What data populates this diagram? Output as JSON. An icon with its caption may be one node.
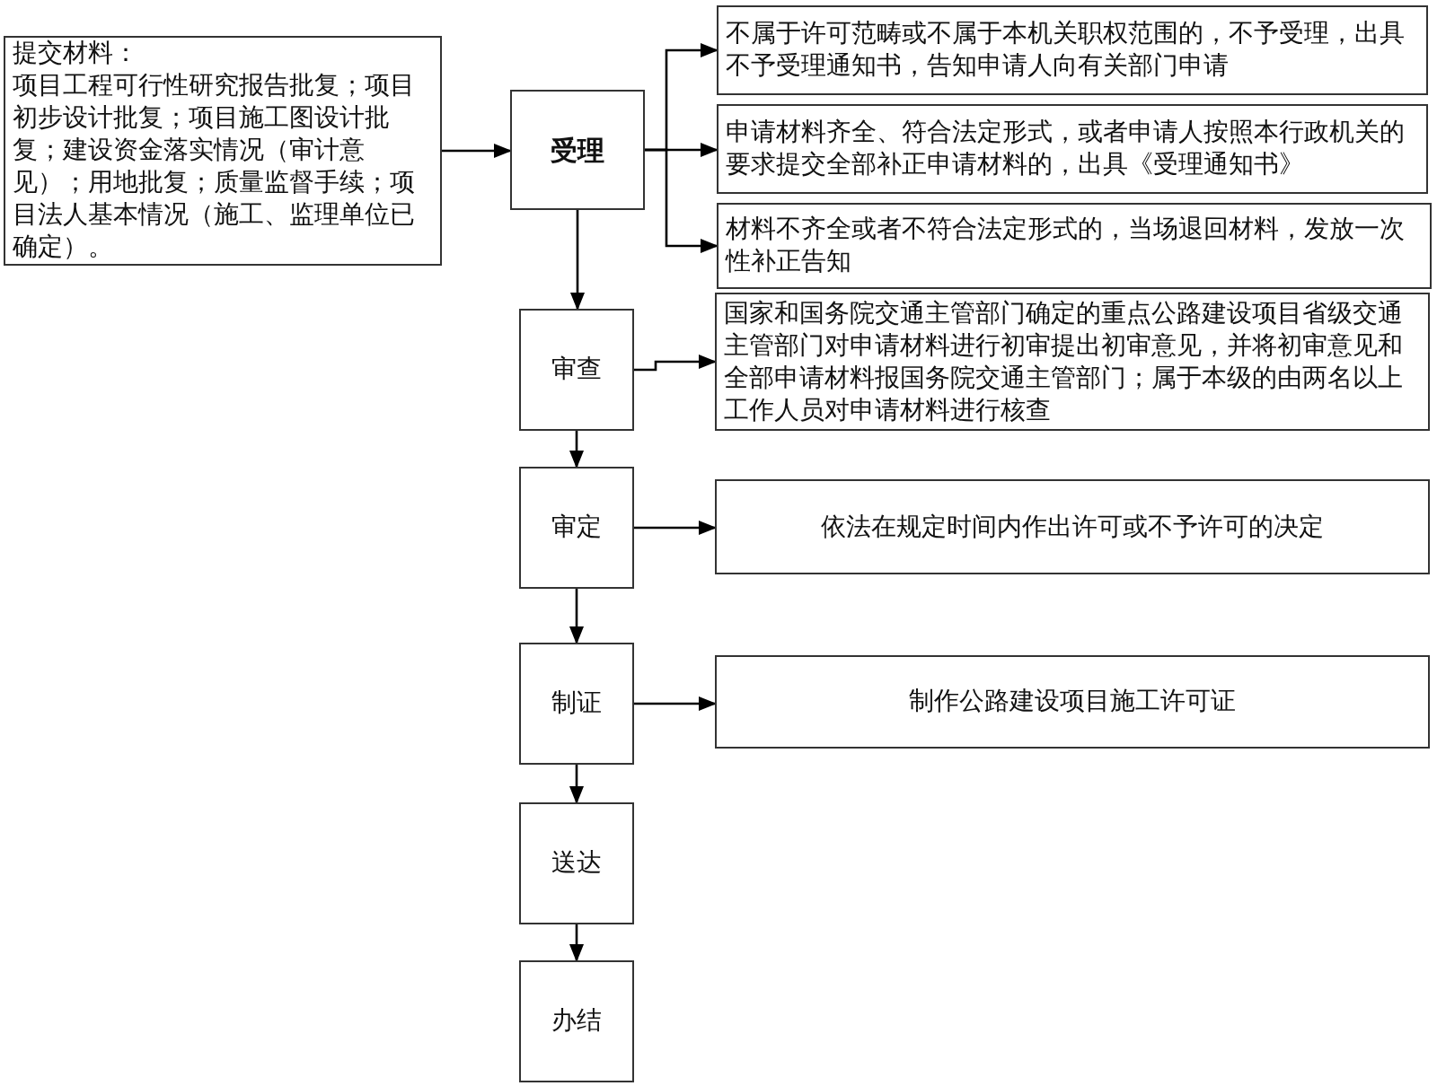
{
  "diagram": {
    "nodes": [
      {
        "text": [
          "提交材料：",
          "项目工程可行性研究报告批复；项目初步设计批复；项目施工图设计批复；建设资金落实情况（审计意见）；用地批复；质量监督手续；项目法人基本情况（施工、监理单位已确定）。"
        ]
      },
      {
        "text": [
          "受理"
        ]
      },
      {
        "text": [
          "不属于许可范畴或不属于本机关职权范围的，不予受理，出具不予受理通知书，告知申请人向有关部门申请"
        ]
      },
      {
        "text": [
          "申请材料齐全、符合法定形式，或者申请人按照本行政机关的要求提交全部补正申请材料的，出具《受理通知书》"
        ]
      },
      {
        "text": [
          "材料不齐全或者不符合法定形式的，当场退回材料，发放一次性补正告知"
        ]
      },
      {
        "text": [
          "审查"
        ]
      },
      {
        "text": [
          "国家和国务院交通主管部门确定的重点公路建设项目省级交通主管部门对申请材料进行初审提出初审意见，并将初审意见和全部申请材料报国务院交通主管部门；属于本级的由两名以上工作人员对申请材料进行核查"
        ]
      },
      {
        "text": [
          "审定"
        ]
      },
      {
        "text": [
          "依法在规定时间内作出许可或不予许可的决定"
        ]
      },
      {
        "text": [
          "制证"
        ]
      },
      {
        "text": [
          "制作公路建设项目施工许可证"
        ]
      },
      {
        "text": [
          "送达"
        ]
      },
      {
        "text": [
          "办结"
        ]
      }
    ],
    "edges": [
      {
        "from": 0,
        "to": 1,
        "arrow": "to"
      },
      {
        "from": 1,
        "to": 2,
        "arrow": "to"
      },
      {
        "from": 1,
        "to": 3,
        "arrow": "to"
      },
      {
        "from": 1,
        "to": 4,
        "arrow": "to"
      },
      {
        "from": 1,
        "to": 5,
        "arrow": "to"
      },
      {
        "from": 5,
        "to": 6,
        "arrow": "to"
      },
      {
        "from": 5,
        "to": 7,
        "arrow": "to"
      },
      {
        "from": 7,
        "to": 8,
        "arrow": "to"
      },
      {
        "from": 7,
        "to": 9,
        "arrow": "to"
      },
      {
        "from": 9,
        "to": 10,
        "arrow": "to"
      },
      {
        "from": 9,
        "to": 11,
        "arrow": "to"
      },
      {
        "from": 11,
        "to": 12,
        "arrow": "to"
      }
    ]
  }
}
